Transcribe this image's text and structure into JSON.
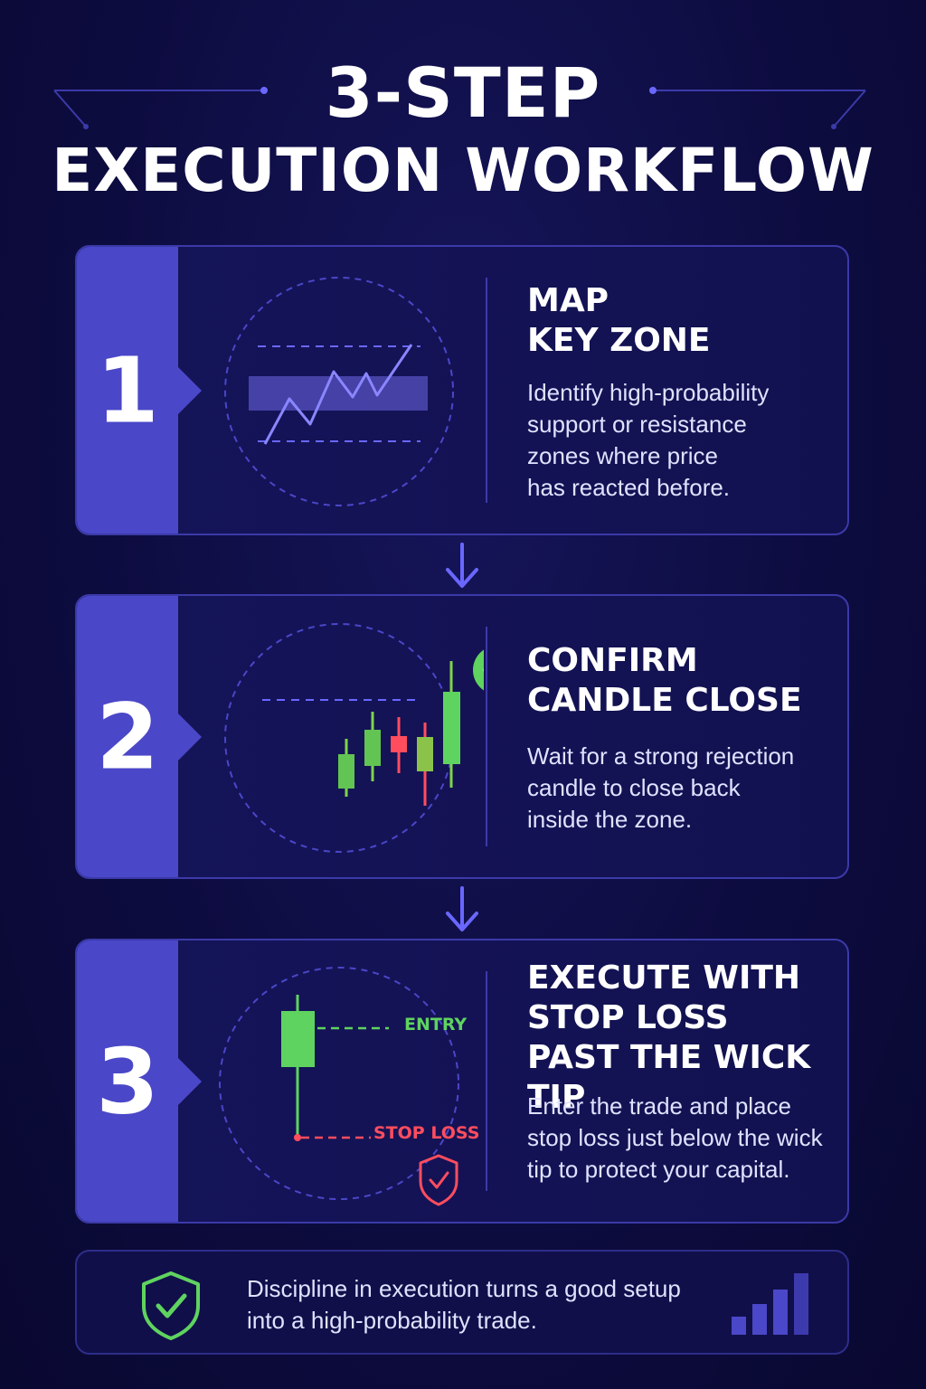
{
  "header": {
    "title_line1": "3-STEP",
    "title_line2": "EXECUTION WORKFLOW"
  },
  "colors": {
    "background": "#0d0c40",
    "accent": "#4a47c8",
    "card_border": "#3b3aa8",
    "green": "#5fd35f",
    "red": "#ff4d5e"
  },
  "steps": [
    {
      "number": "1",
      "title": "MAP\nKEY ZONE",
      "description": "Identify high-probability\nsupport or resistance\nzones where price\nhas reacted before.",
      "icon": "zone-chart-icon"
    },
    {
      "number": "2",
      "title": "CONFIRM\nCANDLE CLOSE",
      "description": "Wait for a strong rejection\ncandle to close back\ninside the zone.",
      "icon": "candlestick-check-icon"
    },
    {
      "number": "3",
      "title": "EXECUTE WITH\nSTOP LOSS\nPAST THE WICK TIP",
      "description": "Enter the trade and place\nstop loss just below the wick\ntip to protect your capital.",
      "icon": "entry-stop-loss-icon",
      "labels": {
        "entry": "ENTRY",
        "stop_loss": "STOP LOSS"
      }
    }
  ],
  "footer": {
    "text": "Discipline in execution turns a good setup\ninto a high-probability trade.",
    "left_icon": "shield-check-icon",
    "right_icon": "bar-chart-icon"
  }
}
